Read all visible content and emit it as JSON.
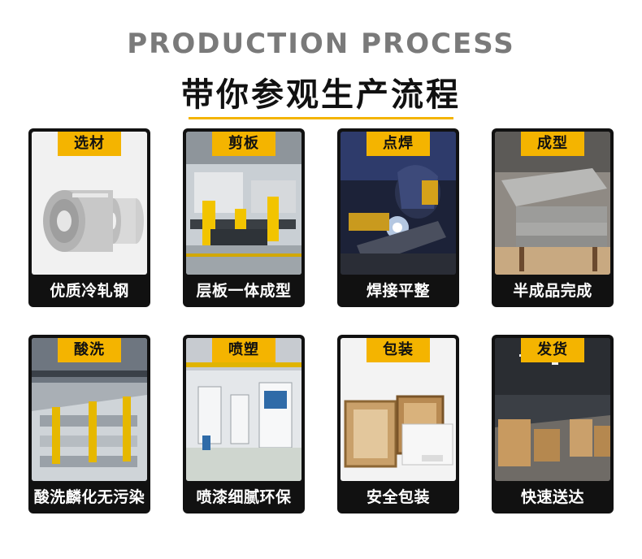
{
  "header": {
    "title_en": "PRODUCTION PROCESS",
    "title_cn": "带你参观生产流程"
  },
  "colors": {
    "accent": "#f4b400",
    "card_bg": "#111111"
  },
  "steps": [
    {
      "tag": "选材",
      "caption": "优质冷轧钢"
    },
    {
      "tag": "剪板",
      "caption": "层板一体成型"
    },
    {
      "tag": "点焊",
      "caption": "焊接平整"
    },
    {
      "tag": "成型",
      "caption": "半成品完成"
    },
    {
      "tag": "酸洗",
      "caption": "酸洗麟化无污染"
    },
    {
      "tag": "喷塑",
      "caption": "喷漆细腻环保"
    },
    {
      "tag": "包装",
      "caption": "安全包装"
    },
    {
      "tag": "发货",
      "caption": "快速送达"
    }
  ]
}
